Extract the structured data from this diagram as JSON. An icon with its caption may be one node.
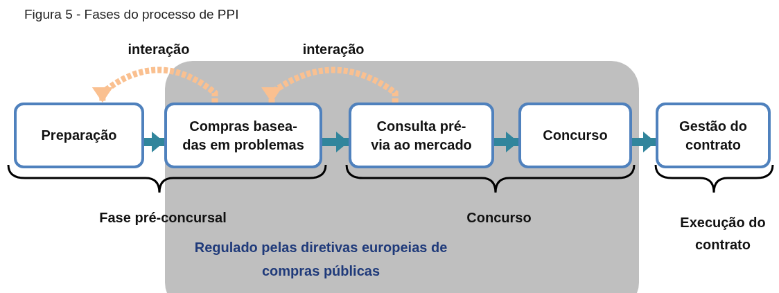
{
  "diagram": {
    "title": "Figura 5 - Fases do processo de PPI",
    "nodes": [
      {
        "text": [
          "Regulado pelas diretivas europeias de compras públicas"
        ]
      },
      {
        "text": [
          "Preparação"
        ]
      },
      {
        "text": [
          "Compras basea- das em problemas"
        ],
        "in": 0
      },
      {
        "text": [
          "Consulta pré- via ao mercado"
        ],
        "in": 0
      },
      {
        "text": [
          "Concurso"
        ],
        "in": 0
      },
      {
        "text": [
          "Gestão do contrato"
        ]
      }
    ],
    "edges": [
      {
        "from": 1,
        "to": 2,
        "arrow": "to"
      },
      {
        "from": 2,
        "to": 3,
        "arrow": "to"
      },
      {
        "from": 3,
        "to": 4,
        "arrow": "to"
      },
      {
        "from": 4,
        "to": 5,
        "arrow": "to"
      },
      {
        "from": 2,
        "to": 1,
        "arrow": "to",
        "label": "interação",
        "style": "dashed",
        "color": "#fac090"
      },
      {
        "from": 3,
        "to": 2,
        "arrow": "to",
        "label": "interação",
        "style": "dashed",
        "color": "#fac090"
      }
    ],
    "labels": [
      "Fase pré-concursal",
      "Concurso",
      "Execução do contrato"
    ]
  }
}
